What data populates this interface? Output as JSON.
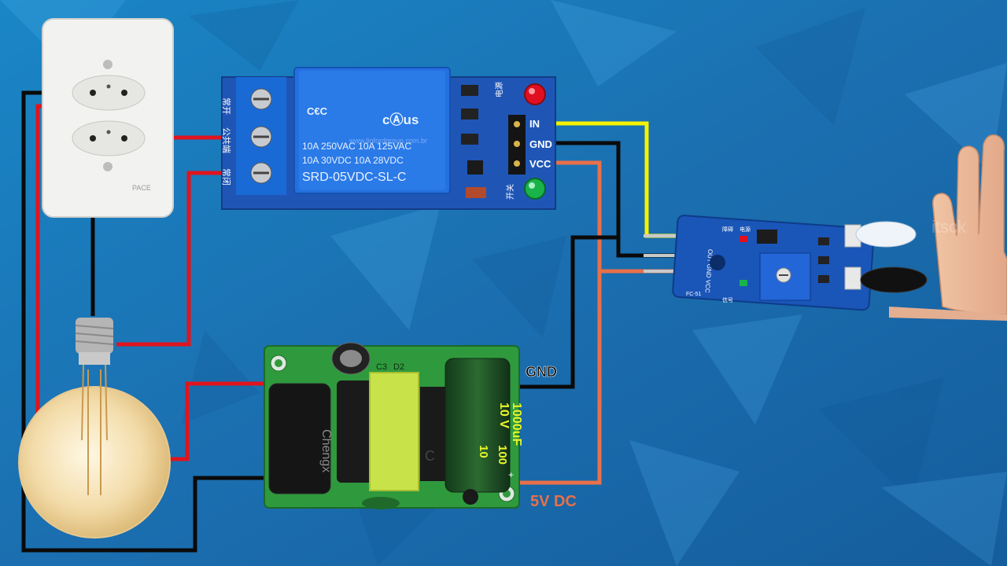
{
  "relay": {
    "brand_logo": "C€C",
    "ul_mark": "cⒶus",
    "spec_line1": "10A 250VAC 10A 125VAC",
    "spec_line2": "10A  30VDC  10A  28VDC",
    "model": "SRD-05VDC-SL-C",
    "terminal_nc": "常开",
    "terminal_com": "公共端",
    "terminal_no": "常闭",
    "pin_in": "IN",
    "pin_gnd": "GND",
    "pin_vcc": "VCC",
    "power_led_label": "电源",
    "switch_led_label": "开关",
    "watermark": "www.linfordgroup.com.br"
  },
  "ir_sensor": {
    "pins": "OUT GND VCC",
    "model_code": "FC-51",
    "silk_obstacle": "障碍",
    "silk_power": "电源",
    "silk_signal": "信号"
  },
  "power_module": {
    "cap_small_label": "C3",
    "diode_label": "D2",
    "cap_large_value": "1000uF",
    "cap_large_voltage": "10 V",
    "cap_large_value_2": "100",
    "cap_large_voltage_2": "10",
    "brand": "Chengx",
    "trans_label": "C",
    "plus_label": "+"
  },
  "outlet": {
    "brand": "PACE"
  },
  "labels": {
    "gnd": "GND",
    "five_v_dc": "5V DC"
  },
  "watermark_right": "itsck",
  "colors": {
    "background": "#1b78b8",
    "wire_yellow": "#f5f200",
    "wire_black": "#0a0a0a",
    "wire_orange": "#e8704a",
    "wire_red": "#e0141e",
    "relay_blue": "#1d5fc8",
    "pcb_green": "#2f9a3d",
    "led_red": "#e01020",
    "led_green": "#19b34a"
  }
}
